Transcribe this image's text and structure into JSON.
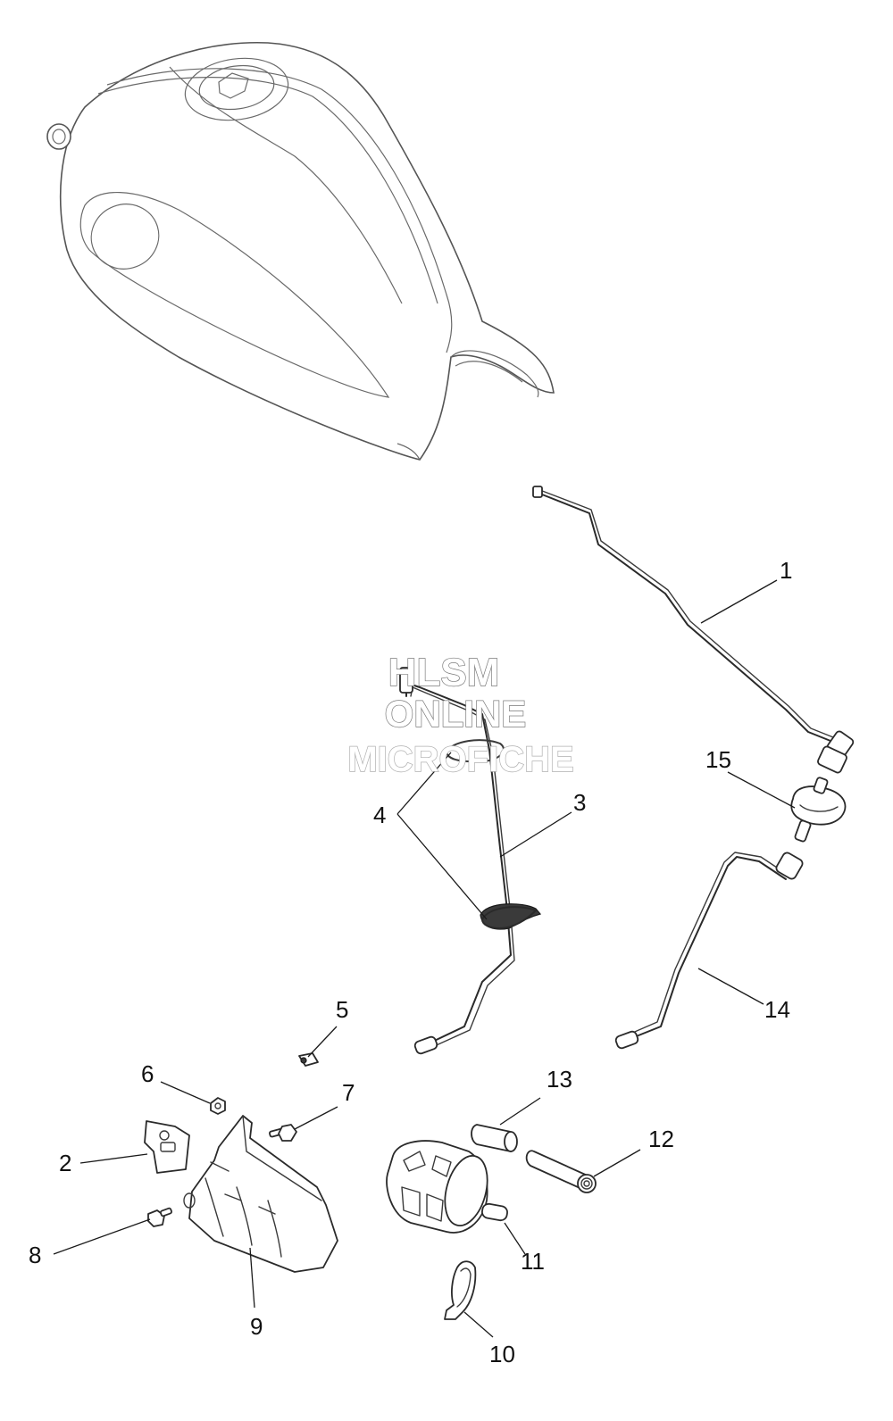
{
  "watermark": {
    "line1": "HLSM",
    "line2": "ONLINE",
    "line3": "MICROFICHE"
  },
  "callouts": {
    "c1": "1",
    "c2": "2",
    "c3": "3",
    "c4": "4",
    "c5": "5",
    "c6": "6",
    "c7": "7",
    "c8": "8",
    "c9": "9",
    "c10": "10",
    "c11": "11",
    "c12": "12",
    "c13": "13",
    "c14": "14",
    "c15": "15"
  }
}
